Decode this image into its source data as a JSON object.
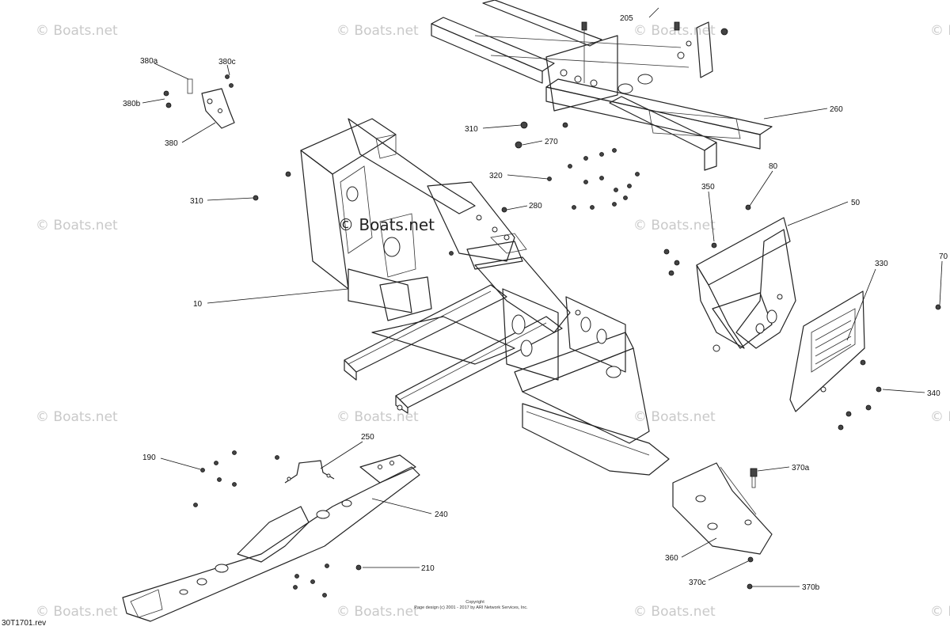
{
  "watermark": "© Boats.net",
  "center_watermark": "© Boats.net",
  "callouts": {
    "c10": "10",
    "c50": "50",
    "c70": "70",
    "c80": "80",
    "c190": "190",
    "c205": "205",
    "c210": "210",
    "c240": "240",
    "c250": "250",
    "c260": "260",
    "c270": "270",
    "c280": "280",
    "c310a": "310",
    "c310b": "310",
    "c320": "320",
    "c330": "330",
    "c340": "340",
    "c350": "350",
    "c360": "360",
    "c370a": "370a",
    "c370b": "370b",
    "c370c": "370c",
    "c380": "380",
    "c380a": "380a",
    "c380b": "380b",
    "c380c": "380c"
  },
  "footer": {
    "copyright_title": "Copyright",
    "copyright_line": "Page design (c) 2001 - 2017 by ARI Network Services, Inc.",
    "diagram_code": "30T1701.rev"
  }
}
